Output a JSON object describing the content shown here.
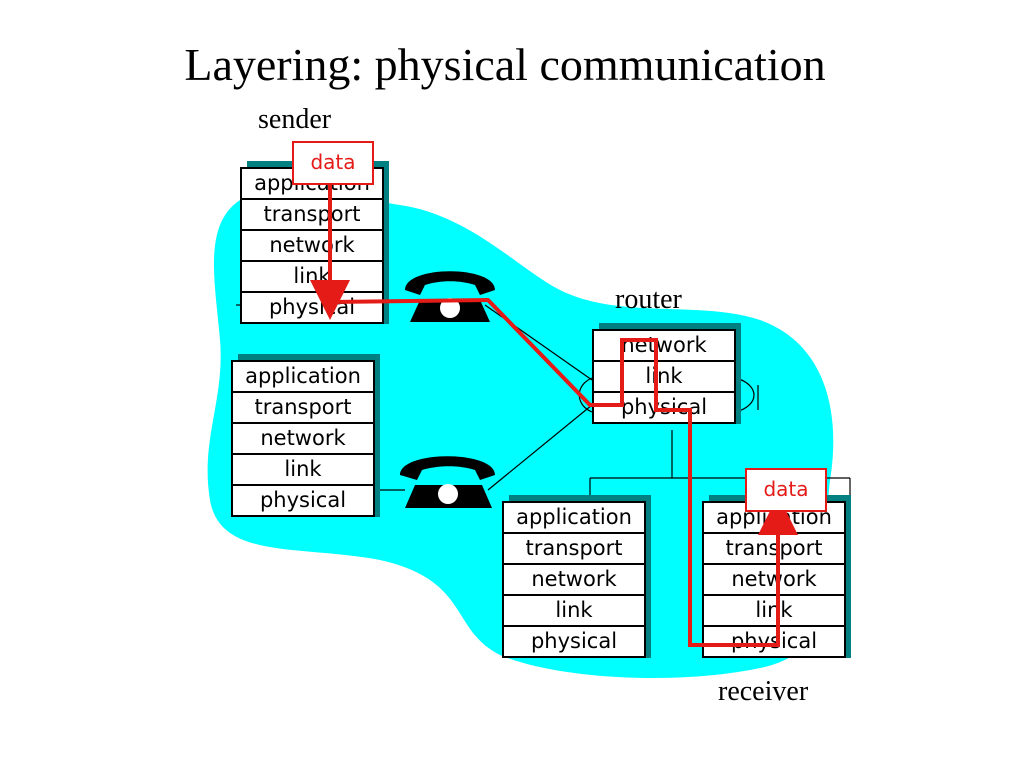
{
  "title": "Layering: physical communication",
  "labels": {
    "sender": "sender",
    "router": "router",
    "receiver": "receiver"
  },
  "data_label": "data",
  "stacks": {
    "sender": [
      "application",
      "transport",
      "network",
      "link",
      "physical"
    ],
    "host2": [
      "application",
      "transport",
      "network",
      "link",
      "physical"
    ],
    "router": [
      "network",
      "link",
      "physical"
    ],
    "host3": [
      "application",
      "transport",
      "network",
      "link",
      "physical"
    ],
    "receiver": [
      "application",
      "transport",
      "network",
      "link",
      "physical"
    ]
  },
  "colors": {
    "network_cloud": "#00ffff",
    "path": "#e41b17",
    "shadow": "#008080"
  },
  "icons": [
    "telephone-icon",
    "telephone-icon"
  ]
}
